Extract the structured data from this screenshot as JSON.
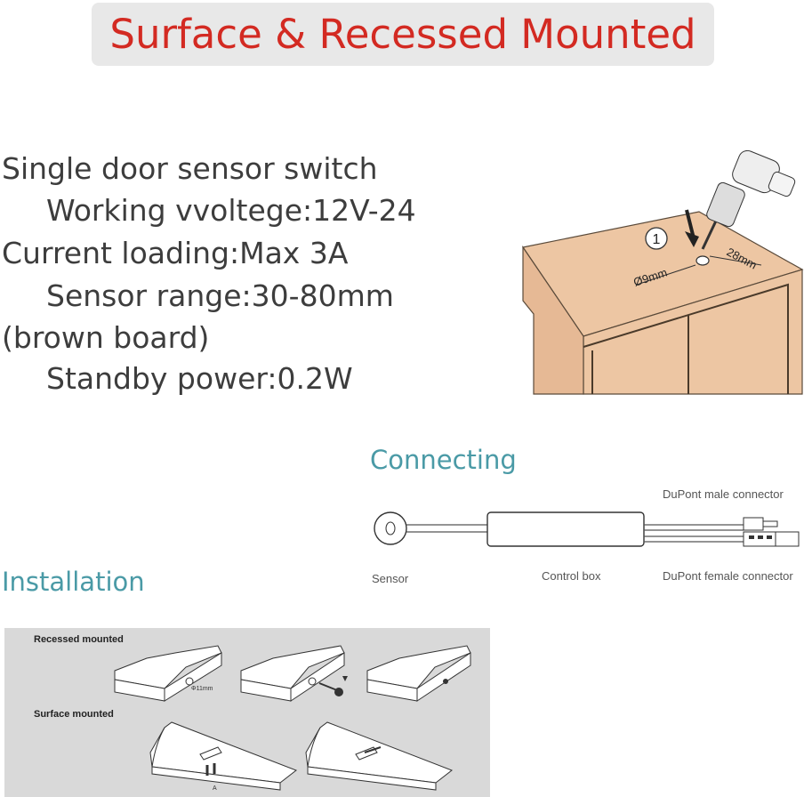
{
  "header": {
    "title": "Surface & Recessed Mounted"
  },
  "specs": [
    "Single door sensor switch",
    "Working vvoltege:12V-24",
    "Current loading:Max 3A",
    "Sensor range:30-80mm",
    "(brown board)",
    "Standby power:0.2W"
  ],
  "drill_diagram": {
    "step": "1",
    "hole": "Ø9mm",
    "distance": "28mm"
  },
  "connecting": {
    "heading": "Connecting",
    "male_connector": "DuPont male connector",
    "sensor": "Sensor",
    "control_box": "Control box",
    "female_connector": "DuPont female connector"
  },
  "installation": {
    "heading": "Installation",
    "recessed_label": "Recessed mounted",
    "hole_size": "Φ11mm",
    "surface_label": "Surface mounted",
    "marker": "A"
  },
  "colors": {
    "title_red": "#d32a22",
    "heading_teal": "#4a9aa6",
    "board_brown": "#edc6a3"
  }
}
